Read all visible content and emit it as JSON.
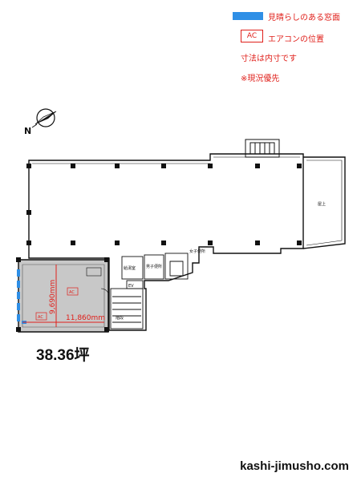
{
  "legend": {
    "view_window": "見晴らしのある窓面",
    "ac_box": "AC",
    "ac_position": "エアコンの位置",
    "inner_dims": "寸法は内寸です",
    "priority": "※現況優先"
  },
  "plan": {
    "north": "N",
    "dim_vertical": "9,690mm",
    "dim_horizontal": "11,860mm",
    "ac_marks": [
      "AC",
      "AC"
    ],
    "room_labels": [
      "給湯室",
      "男子便所",
      "女子便所",
      "階段",
      "EV",
      "屋上"
    ]
  },
  "area": "38.36坪",
  "site": "kashi-jimusho.com",
  "colors": {
    "window": "#2f8fe6",
    "accent_red": "#e0201b",
    "unit_fill": "#c8c8c8"
  }
}
